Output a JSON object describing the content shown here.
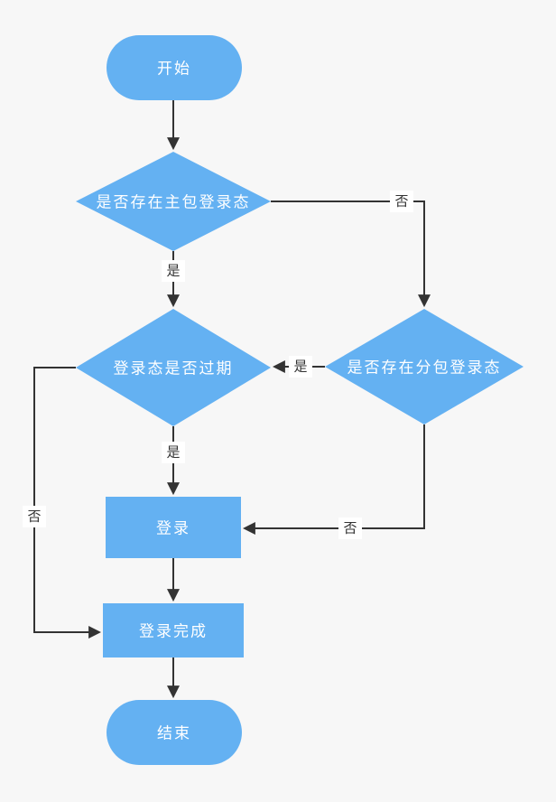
{
  "colors": {
    "node_fill": "#64b1f2",
    "node_text": "#ffffff",
    "edge": "#333333",
    "edge_label_text": "#333333",
    "edge_label_bg": "#ffffff",
    "canvas_bg": "#f7f7f7"
  },
  "nodes": {
    "start": {
      "type": "terminator",
      "label": "开始"
    },
    "has_main_login": {
      "type": "decision",
      "label": "是否存在主包登录态"
    },
    "login_expired": {
      "type": "decision",
      "label": "登录态是否过期"
    },
    "has_sub_login": {
      "type": "decision",
      "label": "是否存在分包登录态"
    },
    "login": {
      "type": "process",
      "label": "登录"
    },
    "login_done": {
      "type": "process",
      "label": "登录完成"
    },
    "end": {
      "type": "terminator",
      "label": "结束"
    }
  },
  "edges": {
    "start_to_main": {
      "from": "start",
      "to": "has_main_login",
      "label": ""
    },
    "main_yes": {
      "from": "has_main_login",
      "to": "login_expired",
      "label": "是"
    },
    "main_no": {
      "from": "has_main_login",
      "to": "has_sub_login",
      "label": "否"
    },
    "sub_yes": {
      "from": "has_sub_login",
      "to": "login_expired",
      "label": "是"
    },
    "sub_no": {
      "from": "has_sub_login",
      "to": "login",
      "label": "否"
    },
    "expired_yes": {
      "from": "login_expired",
      "to": "login",
      "label": "是"
    },
    "expired_no": {
      "from": "login_expired",
      "to": "login_done",
      "label": "否"
    },
    "login_to_done": {
      "from": "login",
      "to": "login_done",
      "label": ""
    },
    "done_to_end": {
      "from": "login_done",
      "to": "end",
      "label": ""
    }
  }
}
